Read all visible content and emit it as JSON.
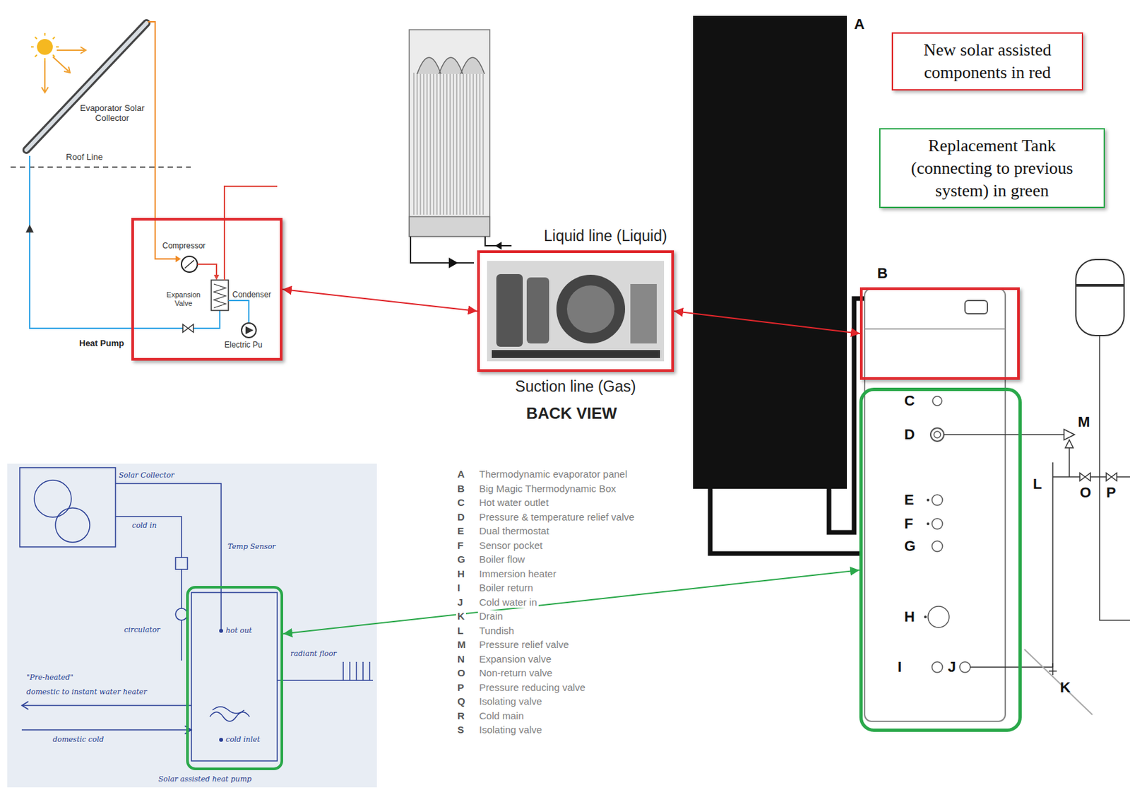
{
  "diagram": {
    "nodes": [
      {
        "text": [
          "Compressor",
          "Expansion Valve",
          "Condenser",
          "Electric Pu",
          "Heat Pump"
        ]
      },
      {
        "text": [
          "Liquid line (Liquid)",
          "Suction line (Gas)"
        ]
      },
      {
        "text": [
          "New solar assisted components in red"
        ]
      },
      {
        "text": [
          "Replacement Tank (connecting to previous system) in green"
        ]
      },
      {
        "text": [
          "B"
        ]
      },
      {
        "text": [
          "C",
          "D",
          "E",
          "F",
          "G",
          "H",
          "I",
          "J"
        ]
      },
      {
        "text": [
          "hot out",
          "cold inlet"
        ]
      }
    ],
    "edges": [
      {
        "from": 0,
        "to": 1,
        "arrow": "both"
      },
      {
        "from": 1,
        "to": 4,
        "arrow": "both"
      },
      {
        "from": 6,
        "to": 5,
        "arrow": "both"
      }
    ],
    "labels": [
      "Evaporator Solar Collector",
      "Roof Line",
      "BACK VIEW",
      "A",
      "A",
      "Thermodynamic evaporator panel",
      "B",
      "Big Magic Thermodynamic Box",
      "C",
      "Hot water outlet",
      "D",
      "Pressure & temperature relief valve",
      "E",
      "Dual thermostat",
      "F",
      "Sensor pocket",
      "G",
      "Boiler flow",
      "H",
      "Immersion heater",
      "I",
      "Boiler return",
      "J",
      "Cold water in",
      "K",
      "Drain",
      "L",
      "Tundish",
      "M",
      "Pressure relief valve",
      "N",
      "Expansion valve",
      "O",
      "Non-return valve",
      "P",
      "Pressure reducing valve",
      "Q",
      "Isolating valve",
      "R",
      "Cold main",
      "S",
      "Isolating valve",
      "L",
      "M",
      "O",
      "P",
      "K",
      "Solar Collector",
      "cold in",
      "Temp Sensor",
      "circulator",
      "radiant floor",
      "\"Pre-heated\"",
      "domestic to instant water heater",
      "domestic cold",
      "Solar assisted heat pump"
    ]
  }
}
